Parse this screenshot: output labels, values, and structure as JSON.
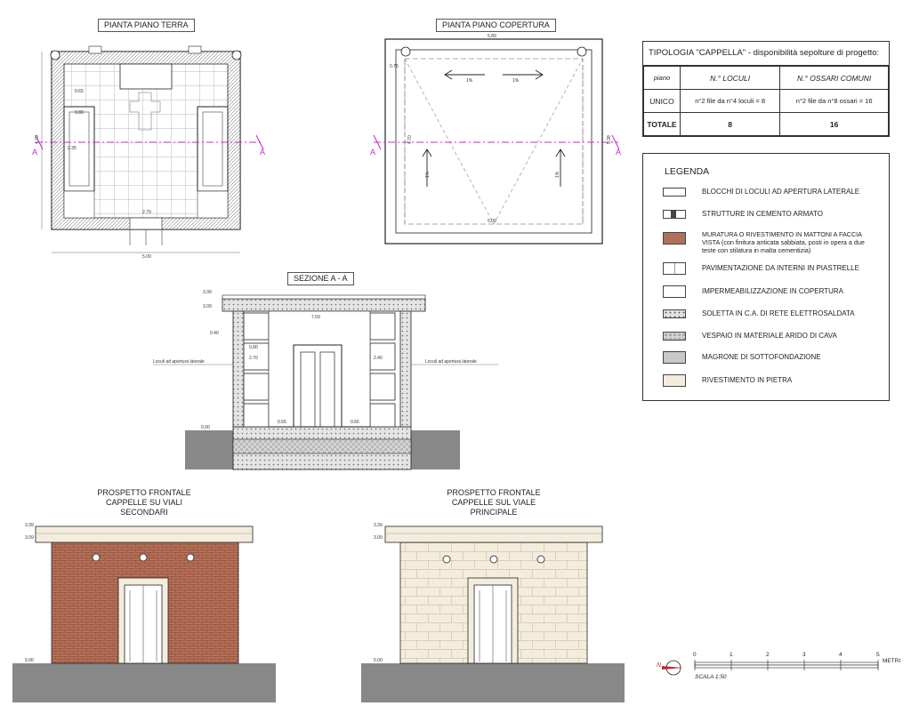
{
  "titles": {
    "plan_ground": "PIANTA PIANO TERRA",
    "plan_roof": "PIANTA PIANO COPERTURA",
    "section": "SEZIONE A - A",
    "elev_secondary": [
      "PROSPETTO FRONTALE",
      "CAPPELLE SU VIALI",
      "SECONDARI"
    ],
    "elev_main": [
      "PROSPETTO FRONTALE",
      "CAPPELLE SUL VIALE",
      "PRINCIPALE"
    ]
  },
  "typology": {
    "header": "TIPOLOGIA \"CAPPELLA\" - disponibilità sepolture di progetto:",
    "columns": [
      "piano",
      "N.° LOCULI",
      "N.° OSSARI COMUNI"
    ],
    "rows": [
      [
        "UNICO",
        "n°2 file da n°4 loculi = 8",
        "n°2 file da n°8 ossari = 16"
      ],
      [
        "TOTALE",
        "8",
        "16"
      ]
    ]
  },
  "legend": {
    "title": "LEGENDA",
    "items": [
      {
        "label": "BLOCCHI DI LOCULI AD APERTURA LATERALE",
        "color": "#ffffff"
      },
      {
        "label": "STRUTTURE IN CEMENTO ARMATO",
        "color": "#ffffff"
      },
      {
        "label": "MURATURA O RIVESTIMENTO IN MATTONI A FACCIA VISTA (con finitura anticata sabbiata, posti in opera a due teste con stilatura in malta cementizia)",
        "color": "#b0705a"
      },
      {
        "label": "PAVIMENTAZIONE DA INTERNI IN PIASTRELLE",
        "color": "#ffffff"
      },
      {
        "label": "IMPERMEABILIZZAZIONE IN COPERTURA",
        "color": "#ffffff"
      },
      {
        "label": "SOLETTA IN C.A. DI RETE ELETTROSALDATA",
        "color": "#d8d8d8"
      },
      {
        "label": "VESPAIO IN MATERIALE ARIDO DI CAVA",
        "color": "#cfcfcf"
      },
      {
        "label": "MAGRONE DI SOTTOFONDAZIONE",
        "color": "#c8c8c8"
      },
      {
        "label": "RIVESTIMENTO IN PIETRA",
        "color": "#f3ecdc"
      }
    ]
  },
  "dims": {
    "plan_width": "5.09",
    "plan_depth": "4.70",
    "inner_width": "2.79",
    "loculi_w": "0.80",
    "loculi_d": "2.35",
    "gap": "0.65",
    "roof_width": "5.89",
    "roof_depth": "5.38",
    "roof_inner": "5.09",
    "roof_inner_d": "4.70",
    "slope": "1%",
    "margin": "0.75",
    "sec_inner": "7.69",
    "sec_wall": "0.40",
    "sec_step": "0.65",
    "sec_h1": "2.70",
    "sec_h2": "2.40",
    "sec_e1": "3.09",
    "sec_e2": "3.39",
    "sec_e0": "0.00",
    "sec_loc": "0.80"
  },
  "labels": {
    "section_a": "A",
    "loculi_left": "Loculi ad apertura laterale",
    "loculi_right": "Loculi ad apertura laterale"
  },
  "scale": {
    "ticks": [
      "0",
      "1",
      "2",
      "3",
      "4",
      "5"
    ],
    "unit": "METRI",
    "caption": "SCALA 1:50",
    "north": "N"
  }
}
